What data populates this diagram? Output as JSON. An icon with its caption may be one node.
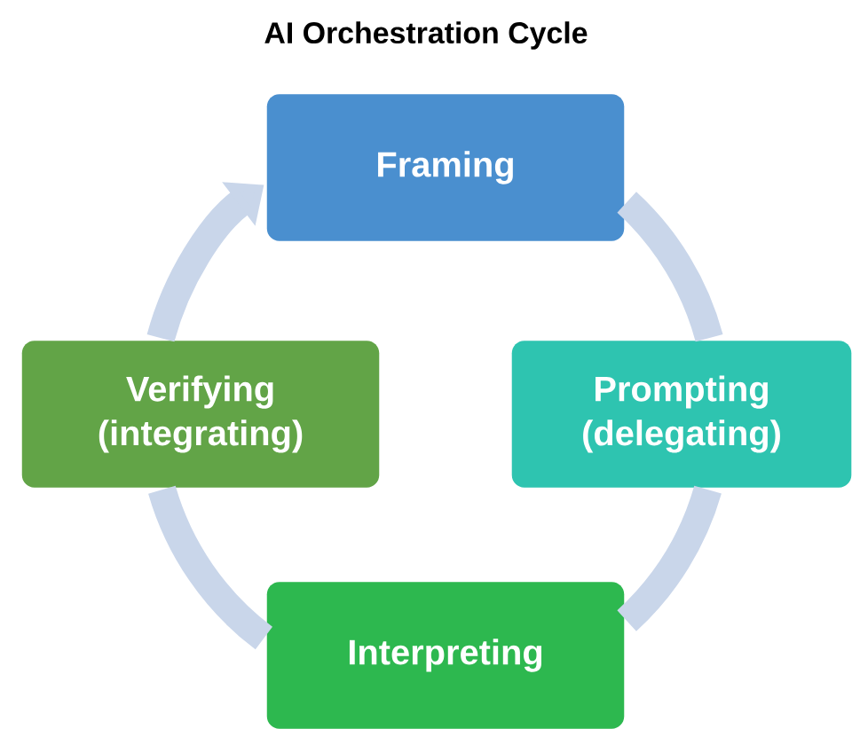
{
  "diagram": {
    "title": "AI Orchestration Cycle",
    "nodes": [
      {
        "text": [
          "Framing"
        ]
      },
      {
        "text": [
          "Prompting (delegating)"
        ]
      },
      {
        "text": [
          "Interpreting"
        ]
      },
      {
        "text": [
          "Verifying (integrating)"
        ]
      }
    ],
    "edges": [
      {
        "from": 0,
        "to": 1,
        "arrow": "none"
      },
      {
        "from": 1,
        "to": 2,
        "arrow": "none"
      },
      {
        "from": 2,
        "to": 3,
        "arrow": "none"
      },
      {
        "from": 3,
        "to": 0,
        "arrow": "to"
      }
    ]
  }
}
